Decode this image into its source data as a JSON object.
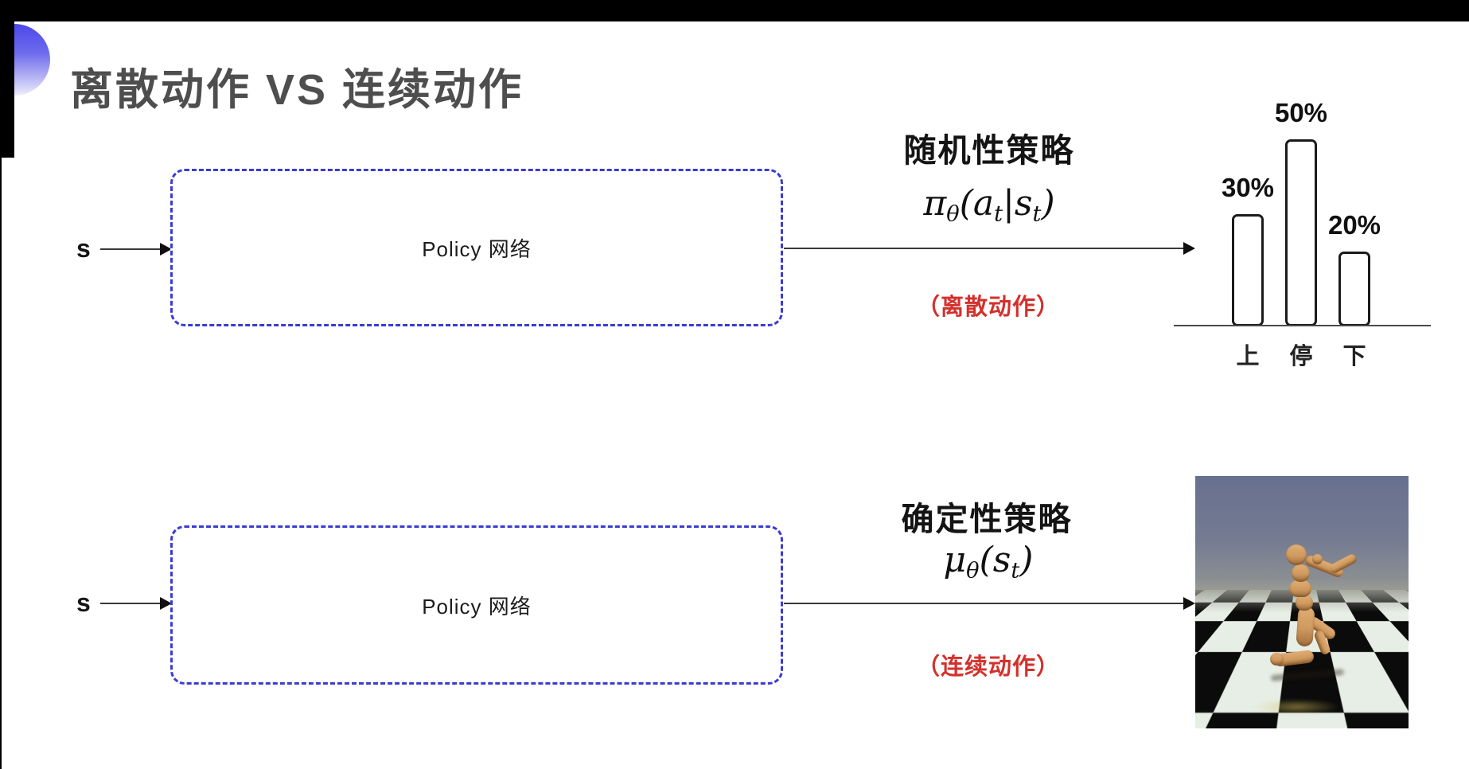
{
  "slide": {
    "title": "离散动作 VS 连续动作"
  },
  "row1": {
    "input_label": "s",
    "box_label": "Policy 网络",
    "policy_title": "随机性策略",
    "formula": {
      "f1": "π",
      "f2": "θ",
      "f3": "(",
      "f4": "a",
      "f5": "t",
      "f6": "|",
      "f7": "s",
      "f8": "t",
      "f9": ")"
    },
    "action_type": "（离散动作）"
  },
  "row2": {
    "input_label": "s",
    "box_label": "Policy 网络",
    "policy_title": "确定性策略",
    "formula": {
      "f1": "μ",
      "f2": "θ",
      "f3": "(",
      "f4": "s",
      "f5": "t",
      "f6": ")"
    },
    "action_type": "（连续动作）"
  },
  "chart_data": {
    "type": "bar",
    "categories": [
      "上",
      "停",
      "下"
    ],
    "values": [
      30,
      50,
      20
    ],
    "value_labels": [
      "30%",
      "50%",
      "20%"
    ],
    "title": "",
    "xlabel": "",
    "ylabel": "",
    "ylim": [
      0,
      55
    ],
    "grid": false,
    "legend": "none",
    "bar_fill": "#ffffff",
    "bar_border": "#1b1b1b"
  },
  "colors": {
    "accent_blue": "#3c3bd2",
    "alert_red": "#d4302c",
    "title_gray": "#4e4e4e",
    "decoration_blue": "#4b48ea"
  }
}
